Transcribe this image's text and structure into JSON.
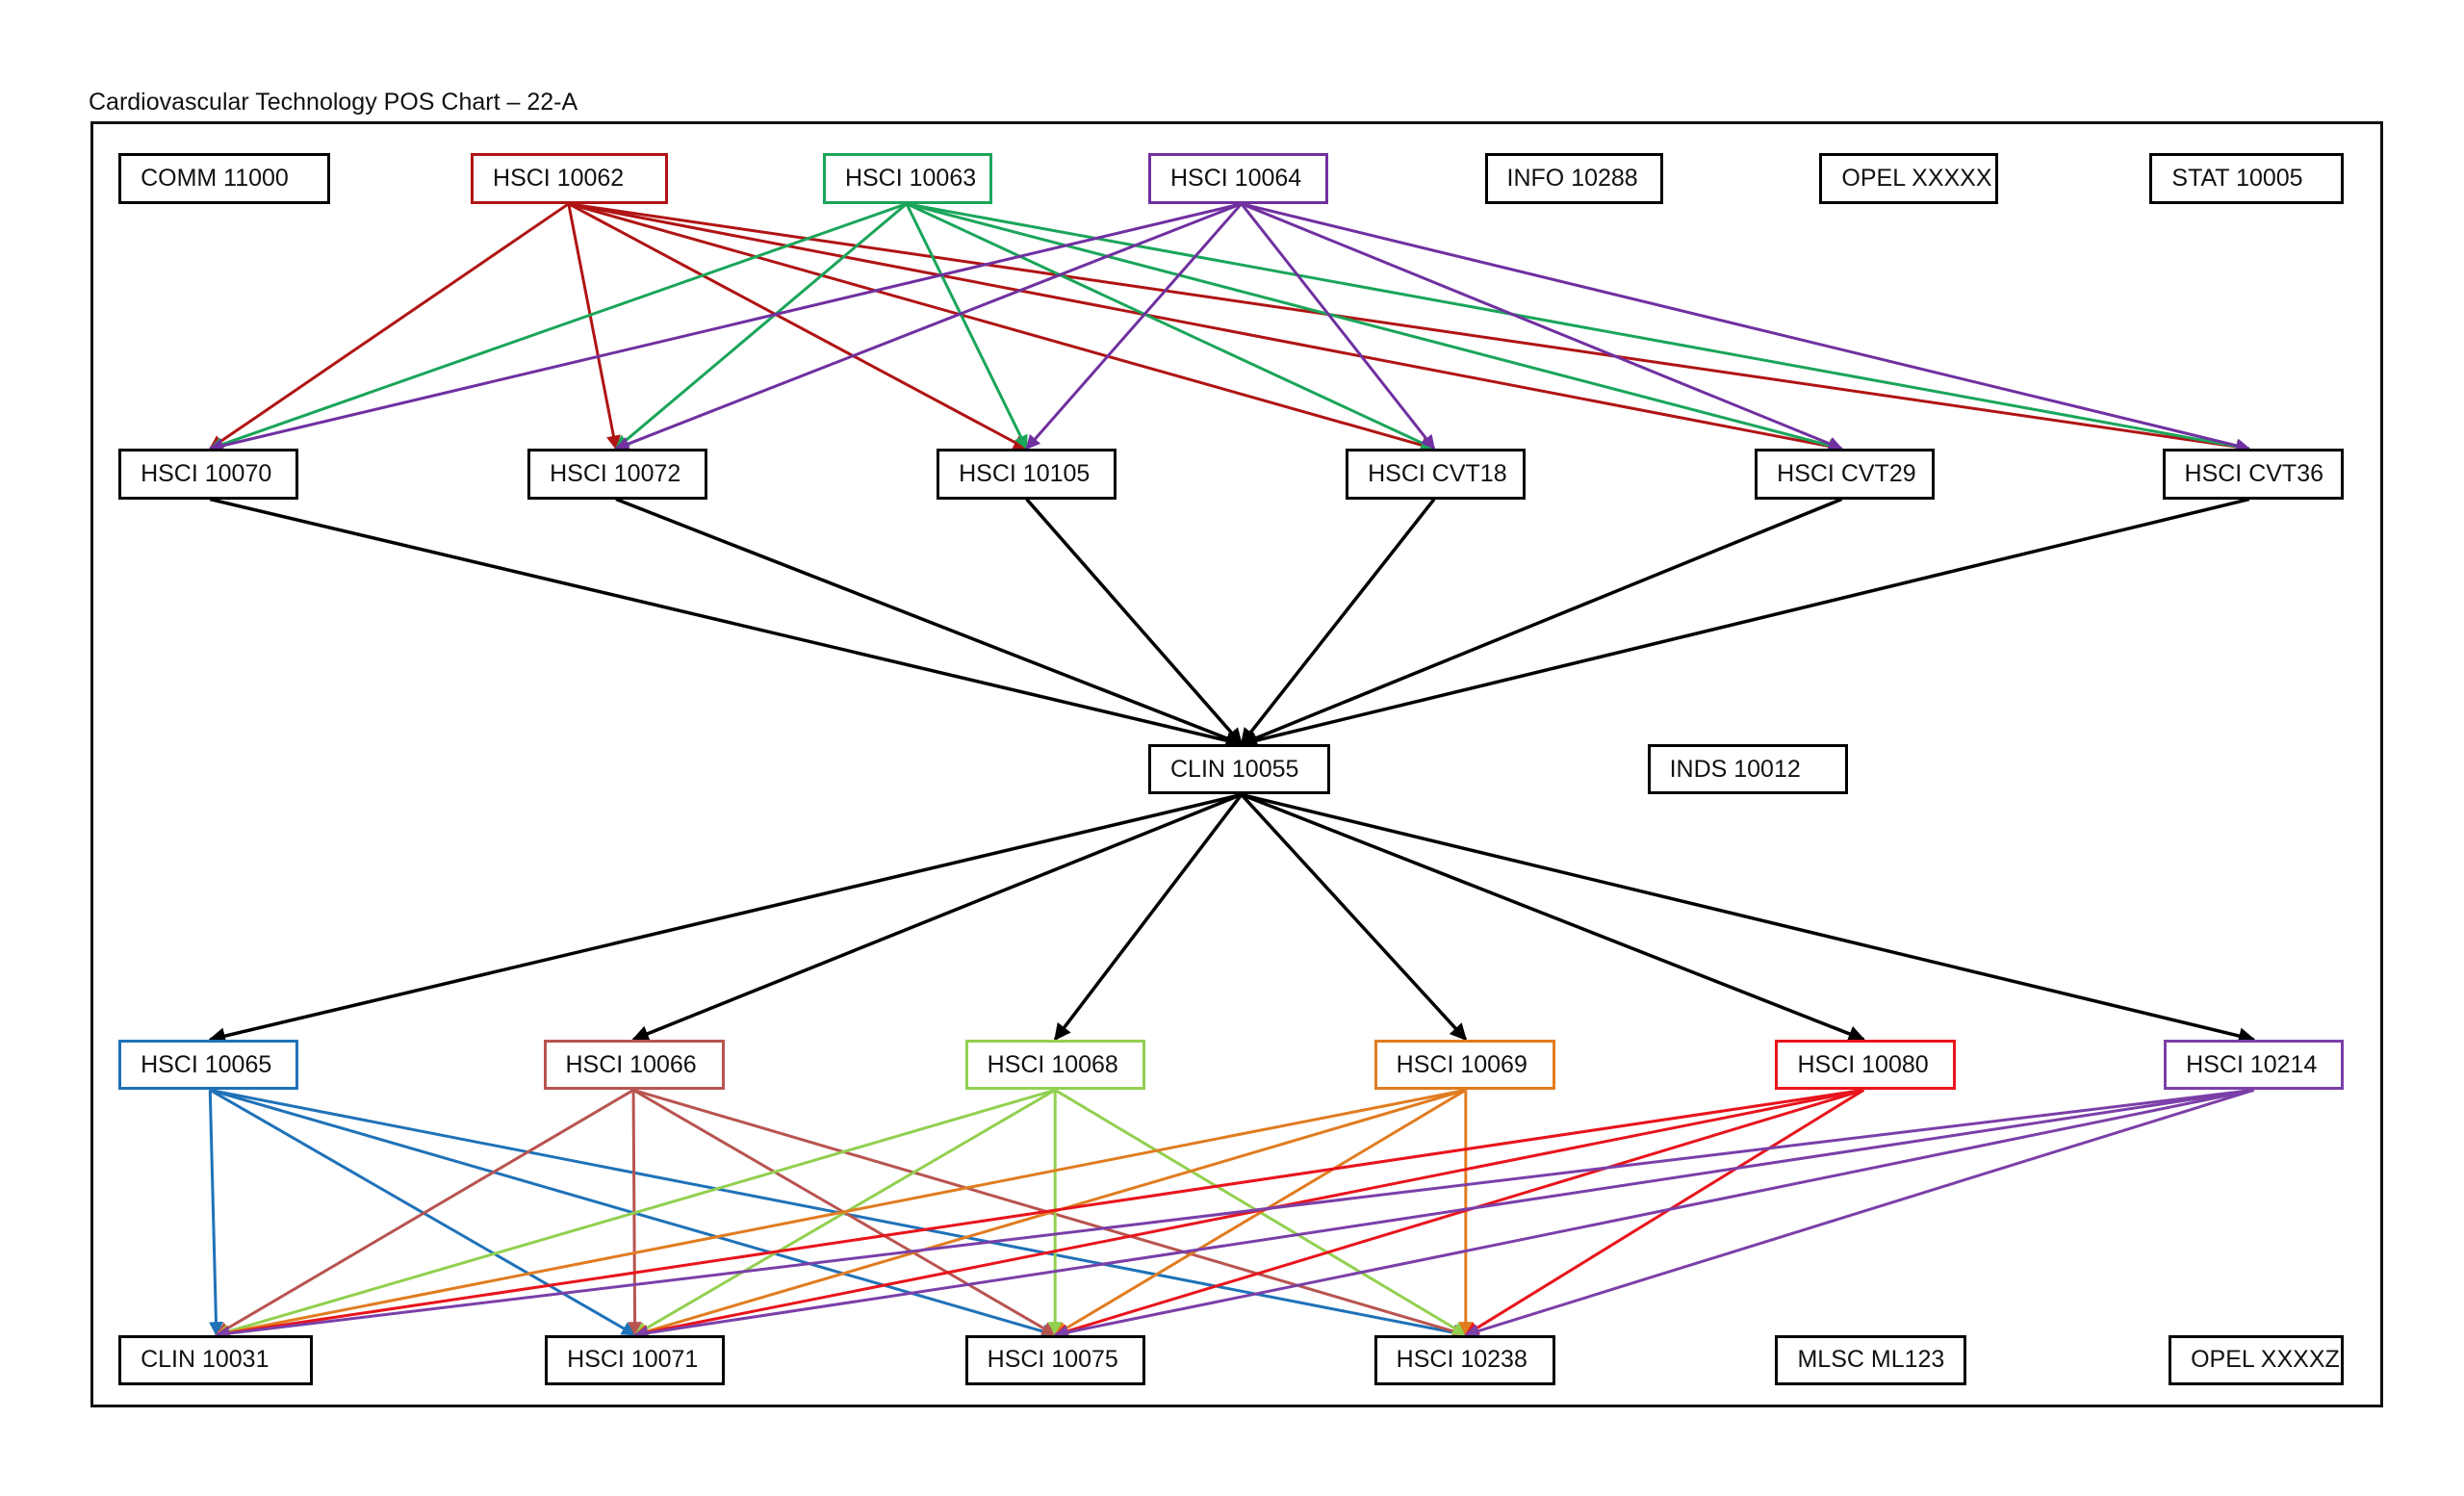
{
  "title": "Cardiovascular Technology POS Chart – 22-A",
  "colors": {
    "black": "#000000",
    "dark_red": "#b01414",
    "green": "#1aa55a",
    "purple": "#7030a0",
    "blue": "#1f72b8",
    "rose": "#b85450",
    "light_green": "#92d050",
    "orange": "#e07c20",
    "red": "#e8141c",
    "violet": "#7b3fa8"
  },
  "nodes": [
    {
      "id": "COMM 11000",
      "label": "COMM 11000",
      "row": 1,
      "color": "black"
    },
    {
      "id": "HSCI 10062",
      "label": "HSCI 10062",
      "row": 1,
      "color": "dark_red"
    },
    {
      "id": "HSCI 10063",
      "label": "HSCI 10063",
      "row": 1,
      "color": "green"
    },
    {
      "id": "HSCI 10064",
      "label": "HSCI 10064",
      "row": 1,
      "color": "purple"
    },
    {
      "id": "INFO 10288",
      "label": "INFO 10288",
      "row": 1,
      "color": "black"
    },
    {
      "id": "OPEL XXXXX",
      "label": "OPEL XXXXX",
      "row": 1,
      "color": "black"
    },
    {
      "id": "STAT 10005",
      "label": "STAT 10005",
      "row": 1,
      "color": "black"
    },
    {
      "id": "HSCI 10070",
      "label": "HSCI 10070",
      "row": 2,
      "color": "black"
    },
    {
      "id": "HSCI 10072",
      "label": "HSCI 10072",
      "row": 2,
      "color": "black"
    },
    {
      "id": "HSCI 10105",
      "label": "HSCI 10105",
      "row": 2,
      "color": "black"
    },
    {
      "id": "HSCI CVT18",
      "label": "HSCI CVT18",
      "row": 2,
      "color": "black"
    },
    {
      "id": "HSCI CVT29",
      "label": "HSCI CVT29",
      "row": 2,
      "color": "black"
    },
    {
      "id": "HSCI CVT36",
      "label": "HSCI CVT36",
      "row": 2,
      "color": "black"
    },
    {
      "id": "CLIN 10055",
      "label": "CLIN 10055",
      "row": 3,
      "color": "black"
    },
    {
      "id": "INDS 10012",
      "label": "INDS 10012",
      "row": 3,
      "color": "black"
    },
    {
      "id": "HSCI 10065",
      "label": "HSCI 10065",
      "row": 4,
      "color": "blue"
    },
    {
      "id": "HSCI 10066",
      "label": "HSCI 10066",
      "row": 4,
      "color": "rose"
    },
    {
      "id": "HSCI 10068",
      "label": "HSCI 10068",
      "row": 4,
      "color": "light_green"
    },
    {
      "id": "HSCI 10069",
      "label": "HSCI 10069",
      "row": 4,
      "color": "orange"
    },
    {
      "id": "HSCI 10080",
      "label": "HSCI 10080",
      "row": 4,
      "color": "red"
    },
    {
      "id": "HSCI 10214",
      "label": "HSCI 10214",
      "row": 4,
      "color": "violet"
    },
    {
      "id": "CLIN 10031",
      "label": "CLIN 10031",
      "row": 5,
      "color": "black"
    },
    {
      "id": "HSCI 10071",
      "label": "HSCI 10071",
      "row": 5,
      "color": "black"
    },
    {
      "id": "HSCI 10075",
      "label": "HSCI 10075",
      "row": 5,
      "color": "black"
    },
    {
      "id": "HSCI 10238",
      "label": "HSCI 10238",
      "row": 5,
      "color": "black"
    },
    {
      "id": "MLSC ML123",
      "label": "MLSC ML123",
      "row": 5,
      "color": "black"
    },
    {
      "id": "OPEL XXXXZ",
      "label": "OPEL XXXXZ",
      "row": 5,
      "color": "black"
    }
  ],
  "edges": [
    {
      "from": "HSCI 10062",
      "to": [
        "HSCI 10070",
        "HSCI 10072",
        "HSCI 10105",
        "HSCI CVT18",
        "HSCI CVT29",
        "HSCI CVT36"
      ],
      "color": "dark_red"
    },
    {
      "from": "HSCI 10063",
      "to": [
        "HSCI 10070",
        "HSCI 10072",
        "HSCI 10105",
        "HSCI CVT18",
        "HSCI CVT29",
        "HSCI CVT36"
      ],
      "color": "green"
    },
    {
      "from": "HSCI 10064",
      "to": [
        "HSCI 10070",
        "HSCI 10072",
        "HSCI 10105",
        "HSCI CVT18",
        "HSCI CVT29",
        "HSCI CVT36"
      ],
      "color": "purple"
    },
    {
      "from": "HSCI 10070",
      "to": [
        "CLIN 10055"
      ],
      "color": "black"
    },
    {
      "from": "HSCI 10072",
      "to": [
        "CLIN 10055"
      ],
      "color": "black"
    },
    {
      "from": "HSCI 10105",
      "to": [
        "CLIN 10055"
      ],
      "color": "black"
    },
    {
      "from": "HSCI CVT18",
      "to": [
        "CLIN 10055"
      ],
      "color": "black"
    },
    {
      "from": "HSCI CVT29",
      "to": [
        "CLIN 10055"
      ],
      "color": "black"
    },
    {
      "from": "HSCI CVT36",
      "to": [
        "CLIN 10055"
      ],
      "color": "black"
    },
    {
      "from": "CLIN 10055",
      "to": [
        "HSCI 10065",
        "HSCI 10066",
        "HSCI 10068",
        "HSCI 10069",
        "HSCI 10080",
        "HSCI 10214"
      ],
      "color": "black"
    },
    {
      "from": "HSCI 10065",
      "to": [
        "CLIN 10031",
        "HSCI 10071",
        "HSCI 10075",
        "HSCI 10238"
      ],
      "color": "blue"
    },
    {
      "from": "HSCI 10066",
      "to": [
        "CLIN 10031",
        "HSCI 10071",
        "HSCI 10075",
        "HSCI 10238"
      ],
      "color": "rose"
    },
    {
      "from": "HSCI 10068",
      "to": [
        "CLIN 10031",
        "HSCI 10071",
        "HSCI 10075",
        "HSCI 10238"
      ],
      "color": "light_green"
    },
    {
      "from": "HSCI 10069",
      "to": [
        "CLIN 10031",
        "HSCI 10071",
        "HSCI 10075",
        "HSCI 10238"
      ],
      "color": "orange"
    },
    {
      "from": "HSCI 10080",
      "to": [
        "CLIN 10031",
        "HSCI 10071",
        "HSCI 10075",
        "HSCI 10238"
      ],
      "color": "red"
    },
    {
      "from": "HSCI 10214",
      "to": [
        "CLIN 10031",
        "HSCI 10071",
        "HSCI 10075",
        "HSCI 10238"
      ],
      "color": "violet"
    }
  ]
}
